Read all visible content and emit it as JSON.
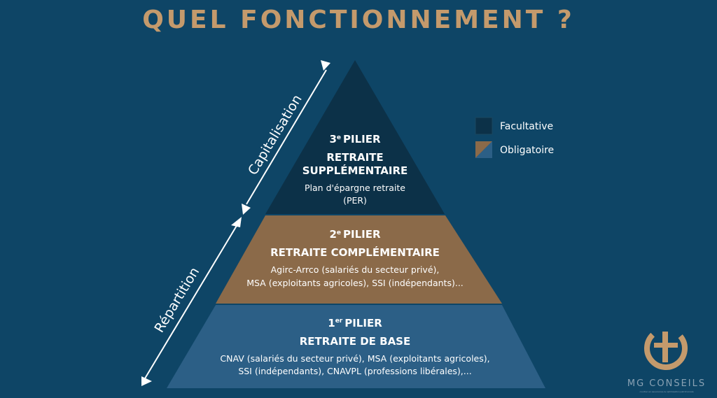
{
  "title": "QUEL FONCTIONNEMENT ?",
  "axis": {
    "top_label": "Capitalisation",
    "bottom_label": "Répartition"
  },
  "legend": [
    {
      "label": "Facultative",
      "color": "#0c3148"
    },
    {
      "label": "Obligatoire",
      "color": "#8b6a49",
      "color2": "#2c5f86"
    }
  ],
  "tiers": [
    {
      "number": "3",
      "ordinal": "e",
      "pillar": "PILIER",
      "name_lines": [
        "RETRAITE",
        "SUPPLÉMENTAIRE"
      ],
      "desc_lines": [
        "Plan d'épargne retraite",
        "(PER)"
      ],
      "color": "#0c3148"
    },
    {
      "number": "2",
      "ordinal": "e",
      "pillar": "PILIER",
      "name_lines": [
        "RETRAITE COMPLÉMENTAIRE"
      ],
      "desc_lines": [
        "Agirc-Arrco (salariés du secteur privé),",
        "MSA (exploitants agricoles), SSI (indépendants)..."
      ],
      "color": "#8b6a49"
    },
    {
      "number": "1",
      "ordinal": "er",
      "pillar": "PILIER",
      "name_lines": [
        "RETRAITE DE BASE"
      ],
      "desc_lines": [
        "CNAV (salariés du secteur privé), MSA (exploitants agricoles),",
        "SSI (indépendants), CNAVPL (professions libérales),..."
      ],
      "color": "#2c5f86"
    }
  ],
  "brand": {
    "name": "MG CONSEILS",
    "tagline": "courtier en assurances & optimisation patrimoniale",
    "color": "#c49a6c"
  }
}
